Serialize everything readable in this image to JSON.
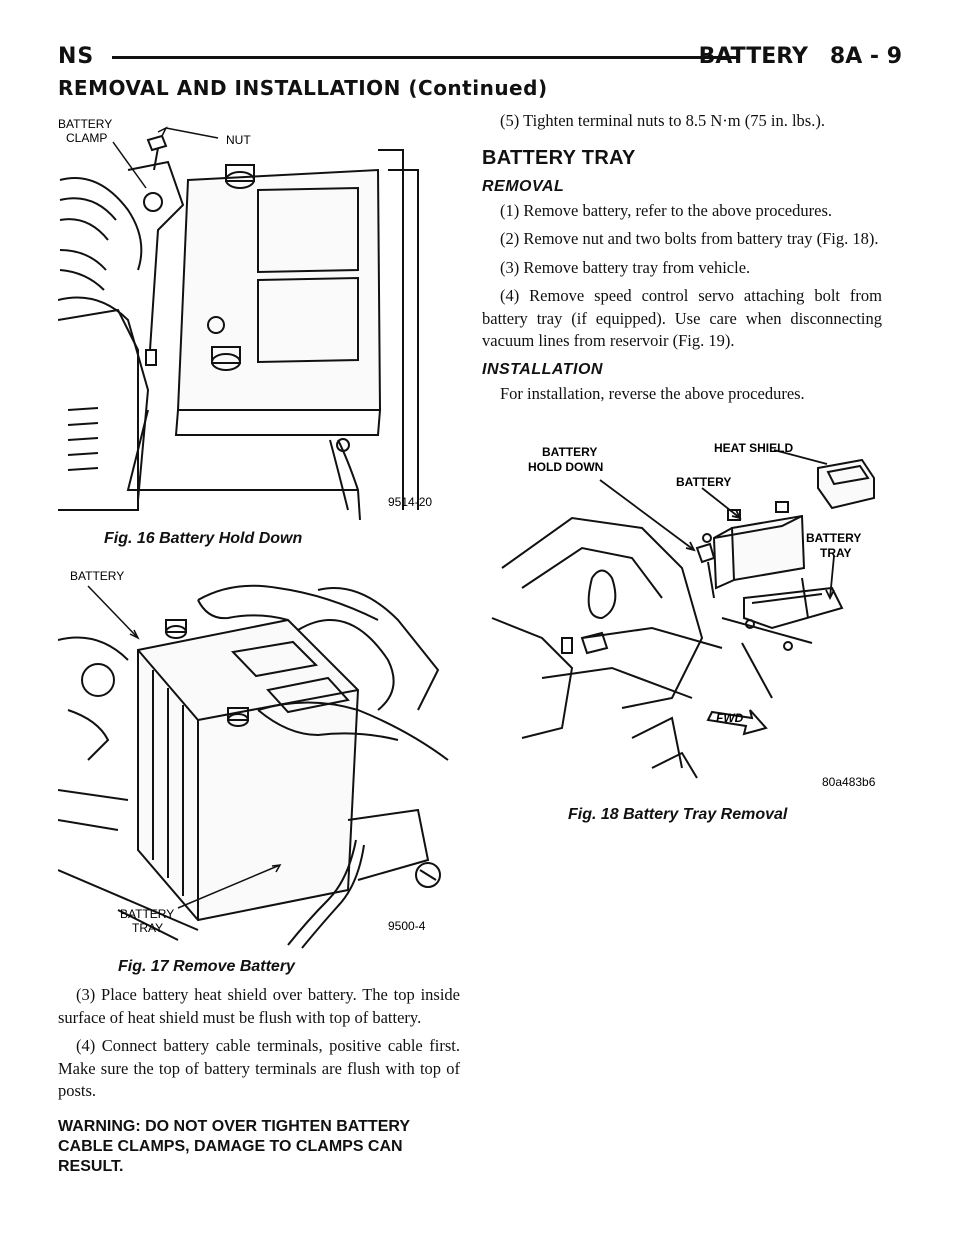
{
  "header": {
    "left": "NS",
    "right_title": "BATTERY",
    "page_number": "8A - 9",
    "section_title": "REMOVAL AND INSTALLATION (Continued)"
  },
  "figures": {
    "fig16": {
      "caption": "Fig. 16 Battery Hold Down",
      "labels": {
        "clamp_line1": "BATTERY",
        "clamp_line2": "CLAMP",
        "nut": "NUT",
        "code": "9514-20"
      }
    },
    "fig17": {
      "caption": "Fig. 17 Remove Battery",
      "labels": {
        "battery": "BATTERY",
        "tray_line1": "BATTERY",
        "tray_line2": "TRAY",
        "code": "9500-4"
      }
    },
    "fig18": {
      "caption": "Fig. 18 Battery Tray Removal",
      "labels": {
        "hold_down_line1": "BATTERY",
        "hold_down_line2": "HOLD DOWN",
        "heat_shield": "HEAT SHIELD",
        "battery": "BATTERY",
        "tray_line1": "BATTERY",
        "tray_line2": "TRAY",
        "fwd": "FWD",
        "code": "80a483b6"
      }
    }
  },
  "right_column": {
    "step5": "(5) Tighten terminal nuts to 8.5 N·m (75 in. lbs.).",
    "section": "BATTERY TRAY",
    "removal_heading": "REMOVAL",
    "removal_steps": [
      "(1) Remove battery, refer to the above procedures.",
      "(2) Remove nut and two bolts from battery tray (Fig. 18).",
      "(3) Remove battery tray from vehicle.",
      "(4) Remove speed control servo attaching bolt from battery tray (if equipped). Use care when disconnecting vacuum lines from reservoir (Fig. 19)."
    ],
    "installation_heading": "INSTALLATION",
    "installation_text": "For installation, reverse the above procedures."
  },
  "left_column": {
    "step3": "(3) Place battery heat shield over battery. The top inside surface of heat shield must be flush with top of battery.",
    "step4": "(4) Connect battery cable terminals, positive cable first. Make sure the top of battery terminals are flush with top of posts.",
    "warning": "WARNING: DO NOT OVER TIGHTEN BATTERY CABLE CLAMPS, DAMAGE TO CLAMPS CAN RESULT."
  }
}
